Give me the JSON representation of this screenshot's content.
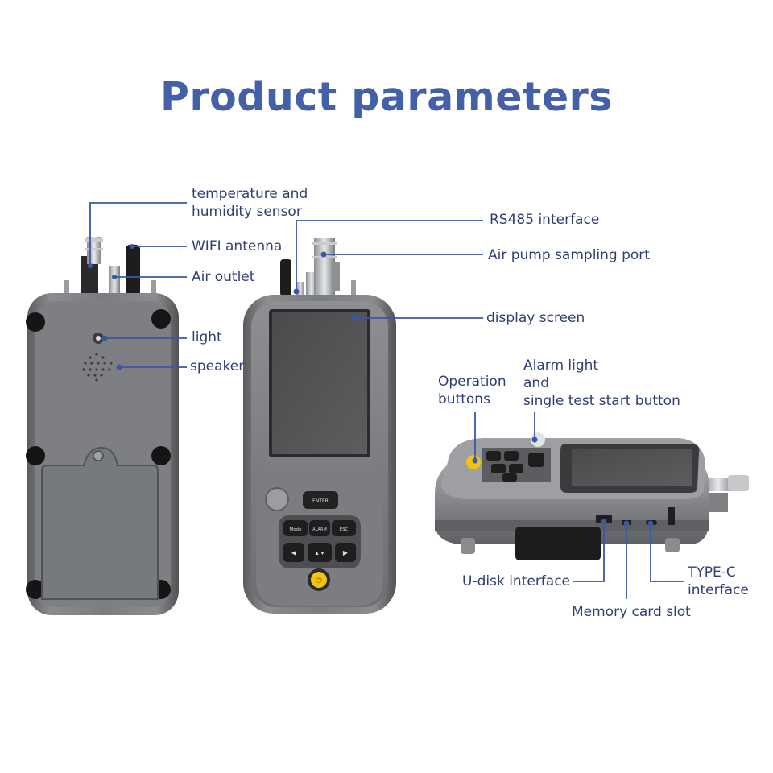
{
  "title": "Product parameters",
  "colors": {
    "title": "#4360a8",
    "leader_line": "#3a57a3",
    "label_text": "#2f3f74",
    "device_body": "#6b6d70"
  },
  "labels": {
    "temp_humidity": "temperature and\nhumidity sensor",
    "wifi_antenna": "WIFI antenna",
    "air_outlet": "Air outlet",
    "light": "light",
    "speaker": "speaker",
    "rs485": "RS485 interface",
    "air_pump_port": "Air pump sampling port",
    "display_screen": "display screen",
    "operation_buttons": "Operation\nbuttons",
    "alarm_light": "Alarm light\nand\nsingle test start button",
    "u_disk": "U-disk interface",
    "memory_card": "Memory card slot",
    "type_c": "TYPE-C\ninterface"
  },
  "keypad": {
    "enter": "ENTER",
    "mode": "Mode",
    "alarm": "ALARM",
    "esc": "ESC"
  }
}
